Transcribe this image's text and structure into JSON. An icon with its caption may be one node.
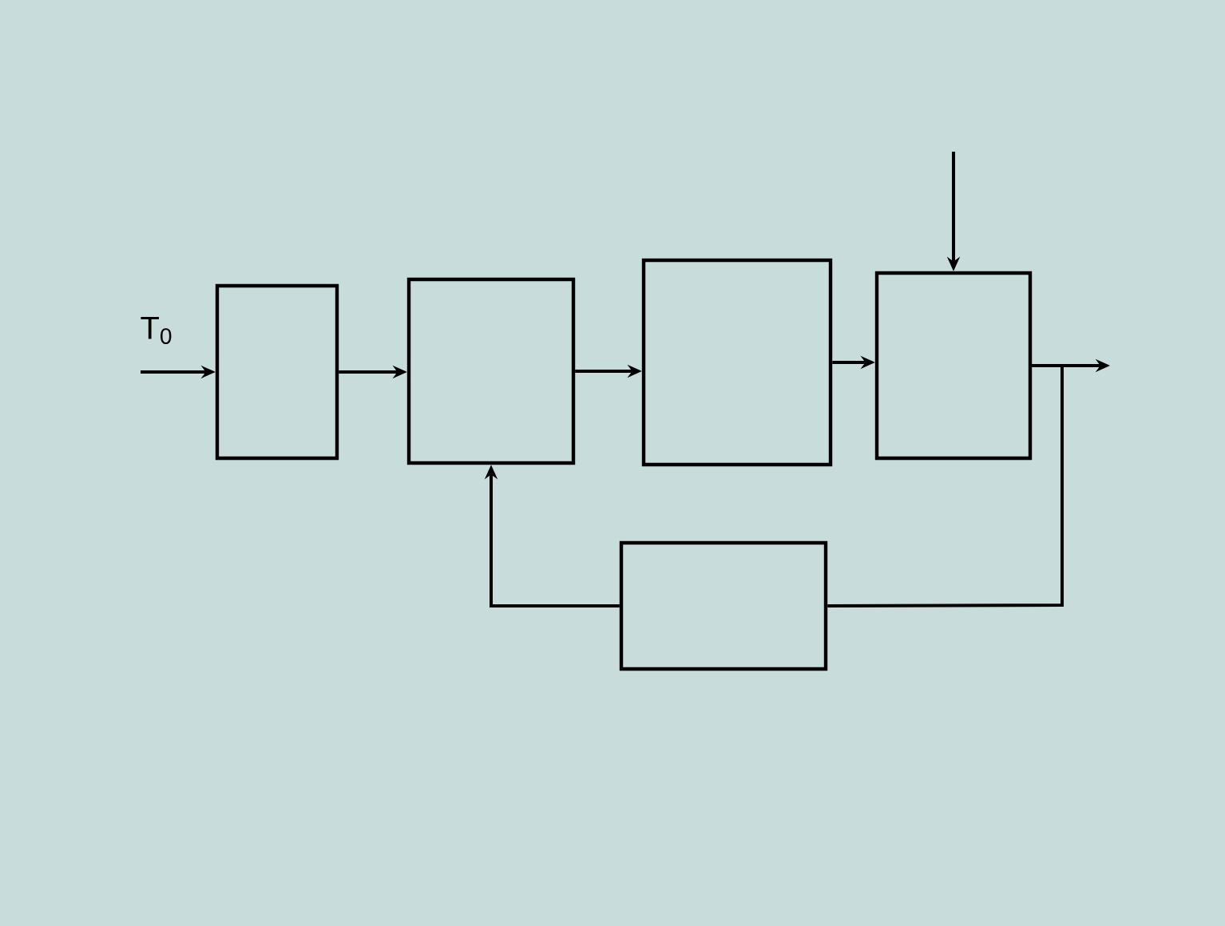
{
  "diagram": {
    "nodes": [
      {
        "text": [],
        "shape": "box"
      },
      {
        "text": [],
        "shape": "box"
      },
      {
        "text": [],
        "shape": "box"
      },
      {
        "text": [],
        "shape": "box"
      },
      {
        "text": [],
        "shape": "box"
      }
    ],
    "edges": [
      {
        "from": null,
        "to": 0,
        "arrow": "to",
        "label": "T$_{0}$"
      },
      {
        "from": 0,
        "to": 1,
        "arrow": "to"
      },
      {
        "from": 1,
        "to": 2,
        "arrow": "to"
      },
      {
        "from": 2,
        "to": 3,
        "arrow": "to"
      },
      {
        "from": null,
        "to": 3,
        "arrow": "to"
      },
      {
        "from": 3,
        "to": null,
        "arrow": "to"
      },
      {
        "from": 3,
        "to": 4,
        "arrow": "none"
      },
      {
        "from": 4,
        "to": 1,
        "arrow": "to"
      }
    ]
  }
}
